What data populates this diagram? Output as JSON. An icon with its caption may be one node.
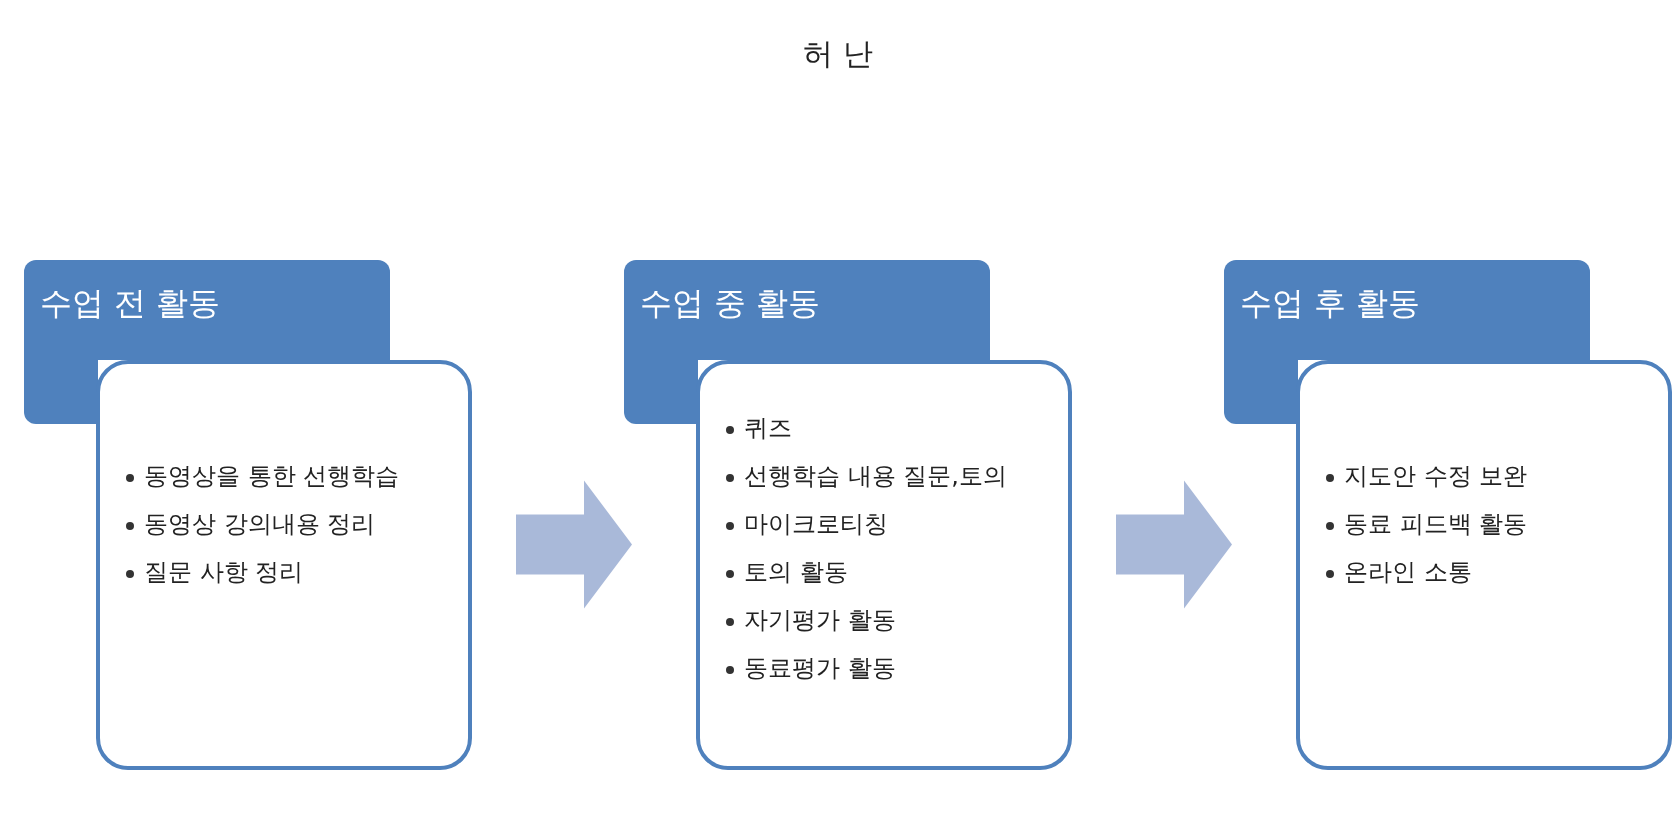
{
  "diagram": {
    "title": "허 난",
    "nodes": [
      {
        "text": [
          "수업 전 활동"
        ]
      },
      {
        "text": [
          "동영상을 통한 선행학습",
          "동영상 강의내용 정리",
          "질문 사항 정리"
        ]
      },
      {
        "text": [
          "수업 중 활동"
        ]
      },
      {
        "text": [
          "퀴즈",
          "선행학습 내용 질문,토의",
          "마이크로티칭",
          "토의 활동",
          "자기평가 활동",
          "동료평가 활동"
        ]
      },
      {
        "text": [
          "수업 후 활동"
        ]
      },
      {
        "text": [
          "지도안 수정 보완",
          "동료 피드백 활동",
          "온라인 소통"
        ]
      }
    ],
    "edges": [
      {
        "from": 1,
        "to": 3,
        "arrow": "to"
      },
      {
        "from": 3,
        "to": 5,
        "arrow": "to"
      }
    ]
  }
}
